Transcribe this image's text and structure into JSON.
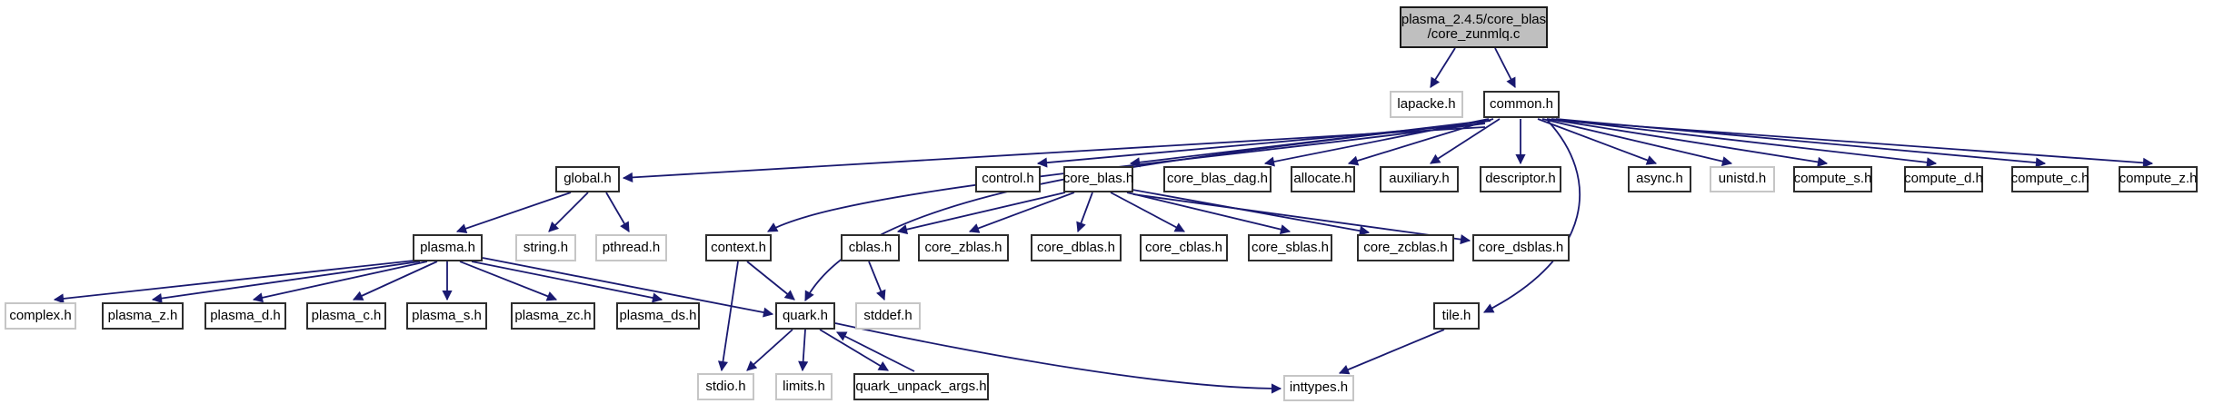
{
  "diagram": {
    "kind": "include-dependency-graph",
    "root_file": "plasma_2.4.5/core_blas/core_zunmlq.c"
  },
  "colors": {
    "edge": "#191970",
    "root_fill": "#bfbfbf",
    "internal_border": "#2d2d2d",
    "external_border": "#c6c6c6",
    "background": "#ffffff",
    "text": "#000000"
  },
  "nodes": {
    "root": {
      "line1": "plasma_2.4.5/core_blas",
      "line2": "/core_zunmlq.c"
    },
    "lapacke_h": {
      "label": "lapacke.h"
    },
    "common_h": {
      "label": "common.h"
    },
    "global_h": {
      "label": "global.h"
    },
    "control_h": {
      "label": "control.h"
    },
    "core_blas_h": {
      "label": "core_blas.h"
    },
    "core_blas_dag_h": {
      "label": "core_blas_dag.h"
    },
    "allocate_h": {
      "label": "allocate.h"
    },
    "auxiliary_h": {
      "label": "auxiliary.h"
    },
    "descriptor_h": {
      "label": "descriptor.h"
    },
    "async_h": {
      "label": "async.h"
    },
    "unistd_h": {
      "label": "unistd.h"
    },
    "compute_s_h": {
      "label": "compute_s.h"
    },
    "compute_d_h": {
      "label": "compute_d.h"
    },
    "compute_c_h": {
      "label": "compute_c.h"
    },
    "compute_z_h": {
      "label": "compute_z.h"
    },
    "plasma_h": {
      "label": "plasma.h"
    },
    "string_h": {
      "label": "string.h"
    },
    "pthread_h": {
      "label": "pthread.h"
    },
    "context_h": {
      "label": "context.h"
    },
    "cblas_h": {
      "label": "cblas.h"
    },
    "core_zblas_h": {
      "label": "core_zblas.h"
    },
    "core_dblas_h": {
      "label": "core_dblas.h"
    },
    "core_cblas_h": {
      "label": "core_cblas.h"
    },
    "core_sblas_h": {
      "label": "core_sblas.h"
    },
    "core_zcblas_h": {
      "label": "core_zcblas.h"
    },
    "core_dsblas_h": {
      "label": "core_dsblas.h"
    },
    "complex_h": {
      "label": "complex.h"
    },
    "plasma_z_h": {
      "label": "plasma_z.h"
    },
    "plasma_d_h": {
      "label": "plasma_d.h"
    },
    "plasma_c_h": {
      "label": "plasma_c.h"
    },
    "plasma_s_h": {
      "label": "plasma_s.h"
    },
    "plasma_zc_h": {
      "label": "plasma_zc.h"
    },
    "plasma_ds_h": {
      "label": "plasma_ds.h"
    },
    "quark_h": {
      "label": "quark.h"
    },
    "stddef_h": {
      "label": "stddef.h"
    },
    "tile_h": {
      "label": "tile.h"
    },
    "stdio_h": {
      "label": "stdio.h"
    },
    "limits_h": {
      "label": "limits.h"
    },
    "quark_unpack_args_h": {
      "label": "quark_unpack_args.h"
    },
    "inttypes_h": {
      "label": "inttypes.h"
    }
  },
  "edges": [
    {
      "from": "plasma_2.4.5/core_blas/core_zunmlq.c",
      "to": "lapacke.h"
    },
    {
      "from": "plasma_2.4.5/core_blas/core_zunmlq.c",
      "to": "common.h"
    },
    {
      "from": "common.h",
      "to": "global.h"
    },
    {
      "from": "common.h",
      "to": "control.h"
    },
    {
      "from": "common.h",
      "to": "core_blas.h"
    },
    {
      "from": "common.h",
      "to": "core_blas_dag.h"
    },
    {
      "from": "common.h",
      "to": "allocate.h"
    },
    {
      "from": "common.h",
      "to": "auxiliary.h"
    },
    {
      "from": "common.h",
      "to": "descriptor.h"
    },
    {
      "from": "common.h",
      "to": "context.h"
    },
    {
      "from": "common.h",
      "to": "quark.h"
    },
    {
      "from": "common.h",
      "to": "tile.h"
    },
    {
      "from": "common.h",
      "to": "async.h"
    },
    {
      "from": "common.h",
      "to": "unistd.h"
    },
    {
      "from": "common.h",
      "to": "compute_s.h"
    },
    {
      "from": "common.h",
      "to": "compute_d.h"
    },
    {
      "from": "common.h",
      "to": "compute_c.h"
    },
    {
      "from": "common.h",
      "to": "compute_z.h"
    },
    {
      "from": "global.h",
      "to": "plasma.h"
    },
    {
      "from": "global.h",
      "to": "string.h"
    },
    {
      "from": "global.h",
      "to": "pthread.h"
    },
    {
      "from": "plasma.h",
      "to": "complex.h"
    },
    {
      "from": "plasma.h",
      "to": "plasma_z.h"
    },
    {
      "from": "plasma.h",
      "to": "plasma_d.h"
    },
    {
      "from": "plasma.h",
      "to": "plasma_c.h"
    },
    {
      "from": "plasma.h",
      "to": "plasma_s.h"
    },
    {
      "from": "plasma.h",
      "to": "plasma_zc.h"
    },
    {
      "from": "plasma.h",
      "to": "plasma_ds.h"
    },
    {
      "from": "plasma.h",
      "to": "quark.h"
    },
    {
      "from": "context.h",
      "to": "quark.h"
    },
    {
      "from": "context.h",
      "to": "stdio.h"
    },
    {
      "from": "cblas.h",
      "to": "stddef.h"
    },
    {
      "from": "core_blas.h",
      "to": "cblas.h"
    },
    {
      "from": "core_blas.h",
      "to": "core_zblas.h"
    },
    {
      "from": "core_blas.h",
      "to": "core_dblas.h"
    },
    {
      "from": "core_blas.h",
      "to": "core_cblas.h"
    },
    {
      "from": "core_blas.h",
      "to": "core_sblas.h"
    },
    {
      "from": "core_blas.h",
      "to": "core_zcblas.h"
    },
    {
      "from": "core_blas.h",
      "to": "core_dsblas.h"
    },
    {
      "from": "quark.h",
      "to": "stdio.h"
    },
    {
      "from": "quark.h",
      "to": "limits.h"
    },
    {
      "from": "quark.h",
      "to": "quark_unpack_args.h"
    },
    {
      "from": "quark.h",
      "to": "inttypes.h"
    },
    {
      "from": "quark_unpack_args.h",
      "to": "quark.h"
    },
    {
      "from": "tile.h",
      "to": "inttypes.h"
    }
  ]
}
